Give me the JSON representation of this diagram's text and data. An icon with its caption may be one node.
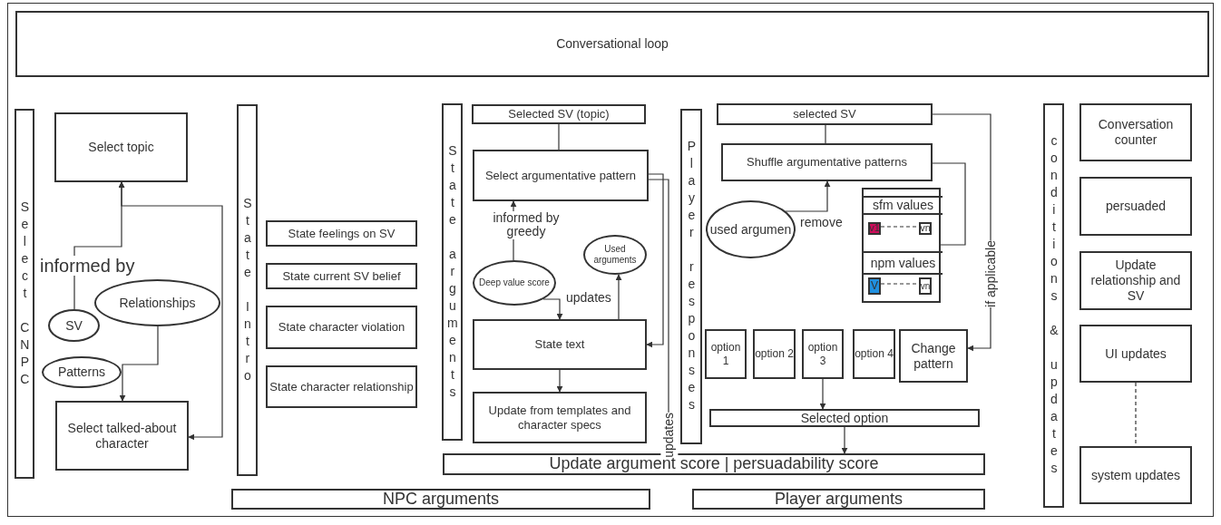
{
  "diagram": {
    "nodes": [
      {
        "text": [
          "Conversational loop"
        ]
      },
      {
        "text": [
          "Select CNPC"
        ]
      },
      {
        "text": [
          "Select topic"
        ]
      },
      {
        "text": [
          "SV"
        ]
      },
      {
        "text": [
          "Relationships"
        ]
      },
      {
        "text": [
          "Patterns"
        ]
      },
      {
        "text": [
          "Select talked-about character"
        ]
      },
      {
        "text": [
          "State Intro"
        ]
      },
      {
        "text": [
          "State feelings on SV"
        ]
      },
      {
        "text": [
          "State current SV belief"
        ]
      },
      {
        "text": [
          "State character violation"
        ]
      },
      {
        "text": [
          "State character relationship"
        ]
      },
      {
        "text": [
          "State arguments"
        ]
      },
      {
        "text": [
          "Selected SV (topic)"
        ]
      },
      {
        "text": [
          "Select argumentative pattern"
        ]
      },
      {
        "text": [
          "Deep value score"
        ]
      },
      {
        "text": [
          "Used arguments"
        ]
      },
      {
        "text": [
          "State text"
        ]
      },
      {
        "text": [
          "Update from templates and character specs"
        ]
      },
      {
        "text": [
          "Player responses"
        ]
      },
      {
        "text": [
          "selected SV"
        ]
      },
      {
        "text": [
          "Shuffle argumentative patterns"
        ]
      },
      {
        "text": [
          "used argumen"
        ]
      },
      {
        "text": [],
        "shape": "box"
      },
      {
        "text": [
          "sfm values"
        ],
        "in": 23
      },
      {
        "text": [
          "v1"
        ],
        "in": 23
      },
      {
        "text": [
          "vn"
        ],
        "in": 23
      },
      {
        "text": [
          "npm values"
        ],
        "in": 23
      },
      {
        "text": [
          "V"
        ],
        "in": 23
      },
      {
        "text": [
          "vn"
        ],
        "in": 23
      },
      {
        "text": [
          "option 1"
        ]
      },
      {
        "text": [
          "option 2"
        ]
      },
      {
        "text": [
          "option 3"
        ]
      },
      {
        "text": [
          "option 4"
        ]
      },
      {
        "text": [
          "Change pattern"
        ]
      },
      {
        "text": [
          "Selected option"
        ]
      },
      {
        "text": [
          "Update argument score | persuadability score"
        ]
      },
      {
        "text": [
          "conditions & updates"
        ]
      },
      {
        "text": [
          "Conversation counter"
        ]
      },
      {
        "text": [
          "persuaded"
        ]
      },
      {
        "text": [
          "Update relationship and SV"
        ]
      },
      {
        "text": [
          "UI updates"
        ]
      },
      {
        "text": [
          "system updates"
        ]
      },
      {
        "text": [
          "NPC arguments"
        ]
      },
      {
        "text": [
          "Player arguments"
        ]
      }
    ],
    "edges": [
      {
        "from": 3,
        "to": 2,
        "arrow": "to",
        "label": "informed by"
      },
      {
        "from": 6,
        "to": 2,
        "arrow": "both"
      },
      {
        "from": 4,
        "to": 6,
        "arrow": "to"
      },
      {
        "from": 13,
        "to": 14,
        "arrow": "none"
      },
      {
        "from": 15,
        "to": 14,
        "arrow": "to",
        "label": "informed by greedy"
      },
      {
        "from": 15,
        "to": 17,
        "arrow": "to"
      },
      {
        "from": 17,
        "to": 16,
        "arrow": "to",
        "label": "updates"
      },
      {
        "from": 14,
        "to": 17,
        "arrow": "to"
      },
      {
        "from": 14,
        "to": 36,
        "arrow": "to",
        "label": "updates"
      },
      {
        "from": 17,
        "to": 18,
        "arrow": "to"
      },
      {
        "from": 20,
        "to": 21,
        "arrow": "none"
      },
      {
        "from": 22,
        "to": 21,
        "arrow": "to",
        "label": "remove"
      },
      {
        "from": 21,
        "to": 23,
        "arrow": "none"
      },
      {
        "from": 20,
        "to": 34,
        "arrow": "to",
        "label": "if applicable"
      },
      {
        "from": 25,
        "to": 26,
        "arrow": "none",
        "style": "dashed"
      },
      {
        "from": 28,
        "to": 29,
        "arrow": "none",
        "style": "dashed"
      },
      {
        "from": 32,
        "to": 35,
        "arrow": "to"
      },
      {
        "from": 35,
        "to": 36,
        "arrow": "to"
      },
      {
        "from": 41,
        "to": 42,
        "arrow": "none",
        "style": "dashed"
      }
    ]
  }
}
